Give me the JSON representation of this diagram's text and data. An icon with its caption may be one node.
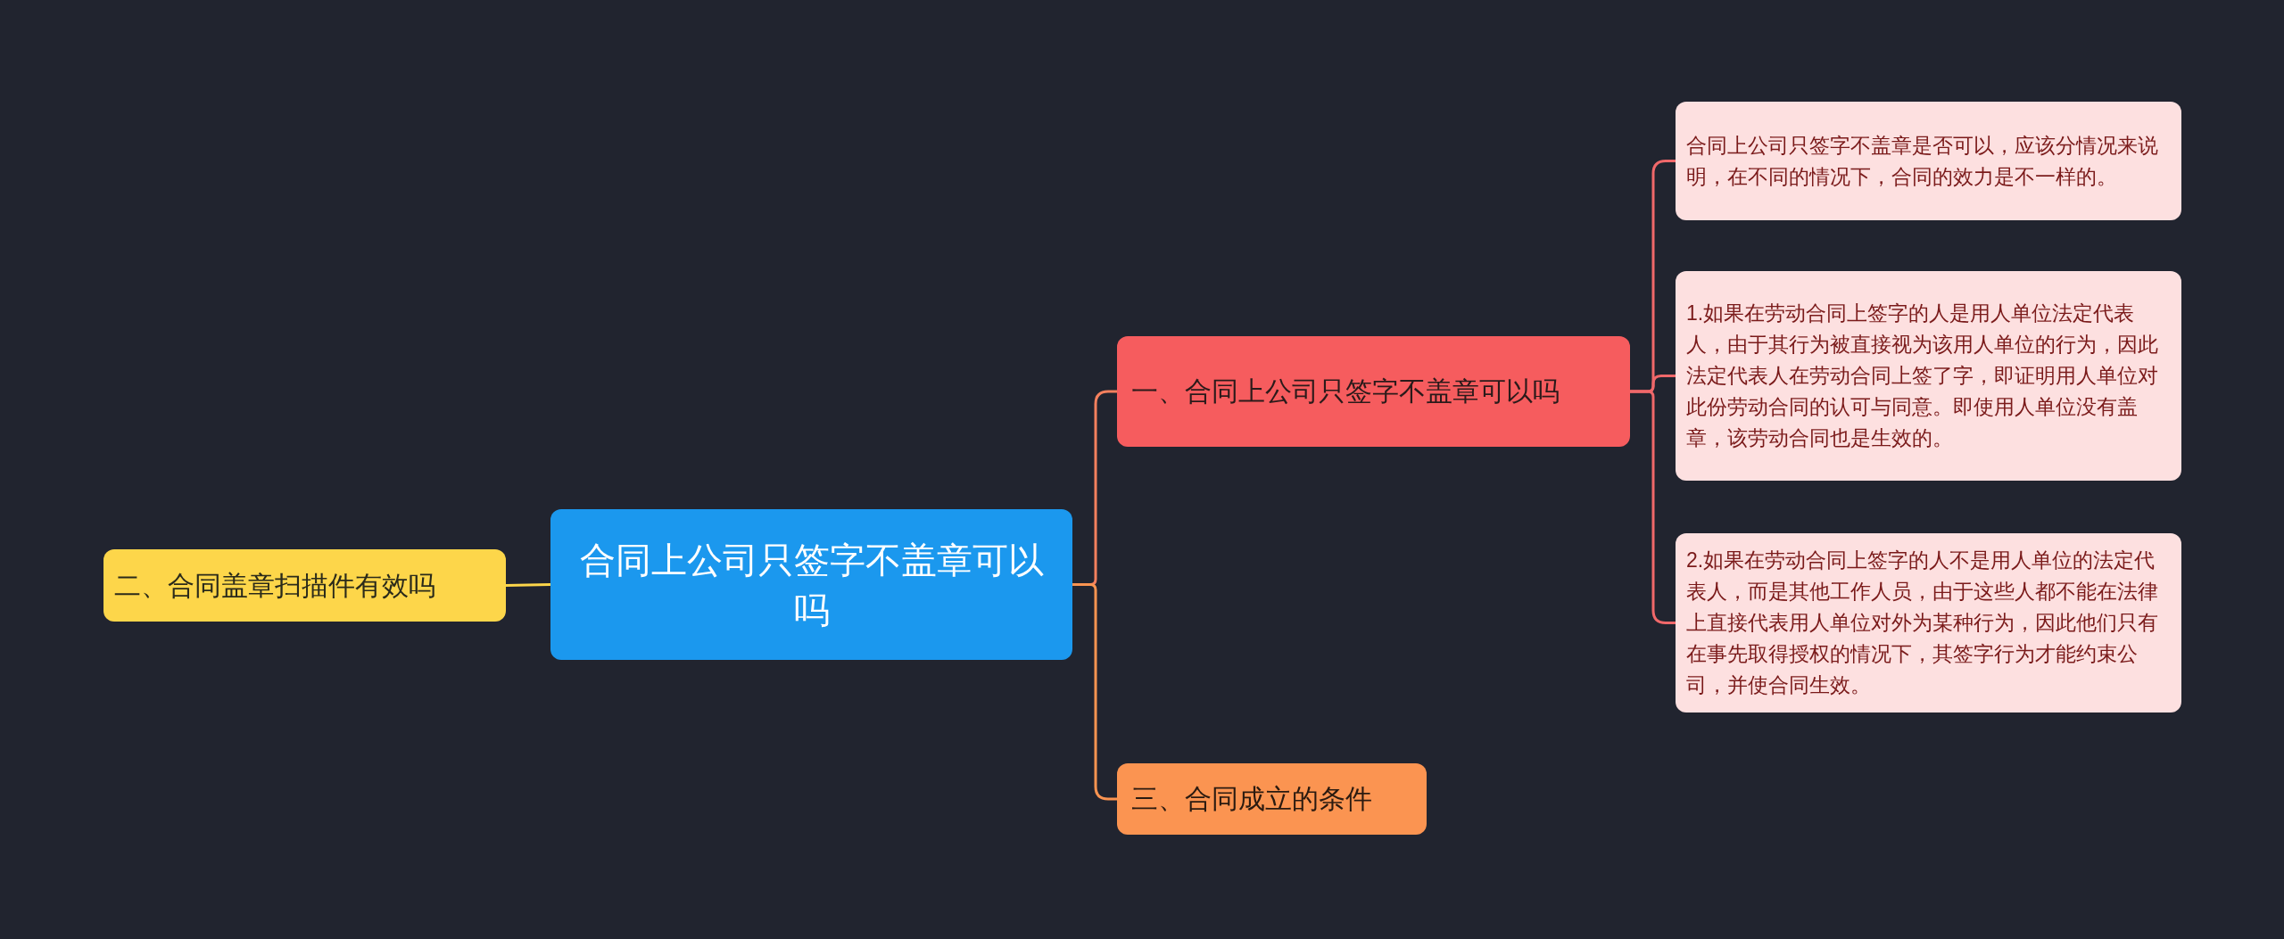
{
  "diagram": {
    "nodes": [
      {
        "text": [
          "合同上公司只签字不盖章可以吗"
        ]
      },
      {
        "text": [
          "一、合同上公司只签字不盖章可以吗"
        ]
      },
      {
        "text": [
          "合同上公司只签字不盖章是否可以，应该分情况来说明，在不同的情况下，合同的效力是不一样的。"
        ]
      },
      {
        "text": [
          "1.如果在劳动合同上签字的人是用人单位法定代表人，由于其行为被直接视为该用人单位的行为，因此法定代表人在劳动合同上签了字，即证明用人单位对此份劳动合同的认可与同意。即使用人单位没有盖章，该劳动合同也是生效的。"
        ]
      },
      {
        "text": [
          "2.如果在劳动合同上签字的人不是用人单位的法定代表人，而是其他工作人员，由于这些人都不能在法律上直接代表用人单位对外为某种行为，因此他们只有在事先取得授权的情况下，其签字行为才能约束公司，并使合同生效。"
        ]
      },
      {
        "text": [
          "二、合同盖章扫描件有效吗"
        ]
      },
      {
        "text": [
          "三、合同成立的条件"
        ]
      }
    ],
    "edges": [
      {
        "from": 0,
        "to": 1,
        "arrow": "none",
        "color": "#f5805e"
      },
      {
        "from": 1,
        "to": 2,
        "arrow": "none"
      },
      {
        "from": 1,
        "to": 3,
        "arrow": "none"
      },
      {
        "from": 1,
        "to": 4,
        "arrow": "none"
      },
      {
        "from": 0,
        "to": 5,
        "arrow": "none",
        "color": "#fdd64a"
      },
      {
        "from": 0,
        "to": 6,
        "arrow": "none",
        "color": "#fb9451"
      }
    ]
  }
}
